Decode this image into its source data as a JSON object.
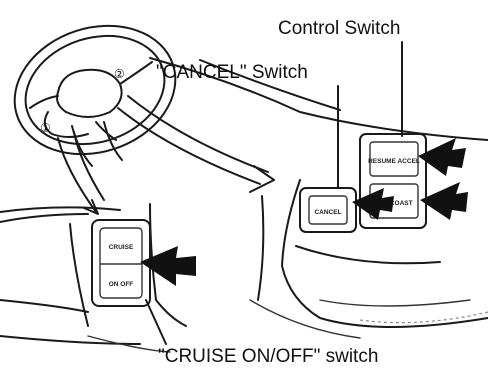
{
  "labels": {
    "control_switch": "Control Switch",
    "cancel_switch": "\"CANCEL\" Switch",
    "cruise_switch": "\"CRUISE ON/OFF\" switch"
  },
  "markers": {
    "marker_1": "①",
    "marker_2": "②"
  },
  "buttons": {
    "resume_accel": "RESUME ACCEL",
    "set_coast": "SET COAST",
    "cancel": "CANCEL",
    "cruise": "CRUISE",
    "on_off": "ON OFF"
  }
}
